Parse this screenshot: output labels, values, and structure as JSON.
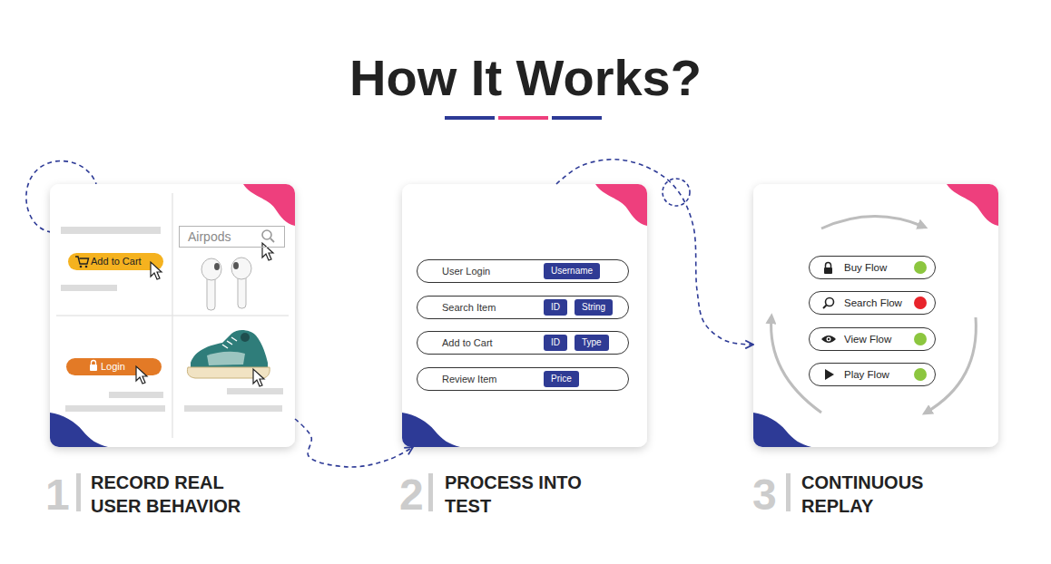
{
  "diagram": {
    "title": "How It Works?",
    "nodes": [
      {
        "text": [
          "1",
          "RECORD REAL USER BEHAVIOR"
        ]
      },
      {
        "text": [
          "Add to Cart"
        ],
        "in": 0
      },
      {
        "text": [
          "Airpods"
        ],
        "in": 0
      },
      {
        "text": [
          "Login"
        ],
        "in": 0
      },
      {
        "text": [
          "2",
          "PROCESS INTO TEST"
        ]
      },
      {
        "text": [
          "User Login"
        ],
        "in": 4
      },
      {
        "text": [
          "Username"
        ],
        "in": 5
      },
      {
        "text": [
          "Search Item"
        ],
        "in": 4
      },
      {
        "text": [
          "ID"
        ],
        "in": 7
      },
      {
        "text": [
          "String"
        ],
        "in": 7
      },
      {
        "text": [
          "Add to Cart"
        ],
        "in": 4
      },
      {
        "text": [
          "ID"
        ],
        "in": 10
      },
      {
        "text": [
          "Type"
        ],
        "in": 10
      },
      {
        "text": [
          "Review Item"
        ],
        "in": 4
      },
      {
        "text": [
          "Price"
        ],
        "in": 13
      },
      {
        "text": [
          "3",
          "CONTINUOUS REPLAY"
        ]
      },
      {
        "text": [
          "Buy Flow"
        ],
        "in": 15
      },
      {
        "text": [
          "Search Flow"
        ],
        "in": 15
      },
      {
        "text": [
          "View Flow"
        ],
        "in": 15
      },
      {
        "text": [
          "Play Flow"
        ],
        "in": 15
      }
    ],
    "edges": [
      {
        "from": 0,
        "to": 4,
        "arrow": "to"
      },
      {
        "from": 4,
        "to": 15,
        "arrow": "to"
      }
    ]
  }
}
